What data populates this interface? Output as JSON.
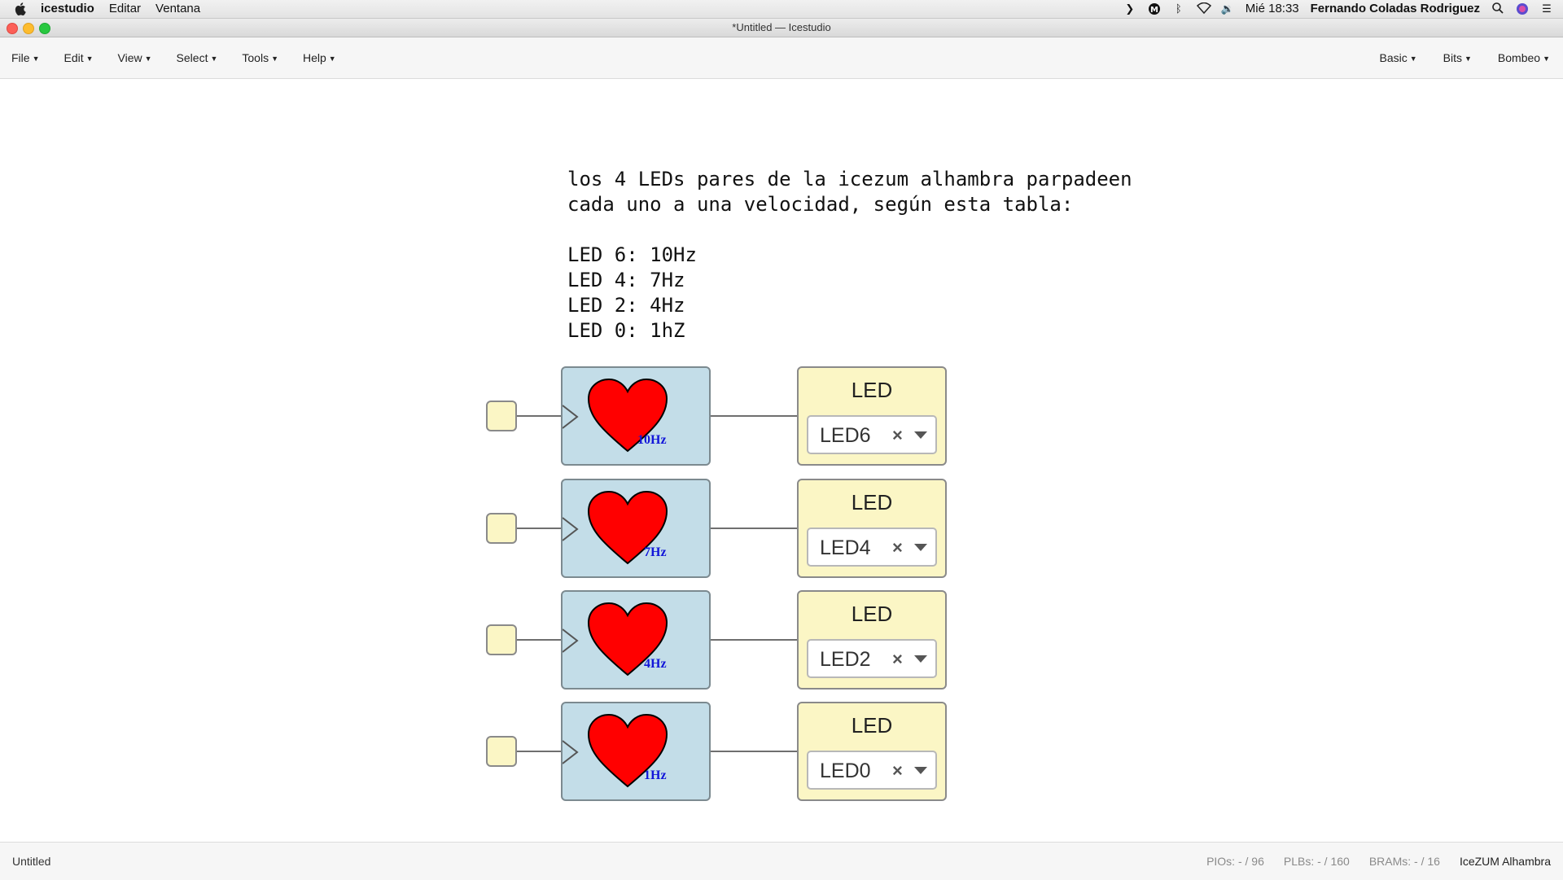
{
  "os_menubar": {
    "app_name": "icestudio",
    "menus": [
      "Editar",
      "Ventana"
    ],
    "clock": "Mié 18:33",
    "user": "Fernando Coladas Rodriguez"
  },
  "window": {
    "title": "*Untitled — Icestudio"
  },
  "app_menu": {
    "left": [
      "File",
      "Edit",
      "View",
      "Select",
      "Tools",
      "Help"
    ],
    "right": [
      "Basic",
      "Bits",
      "Bombeo"
    ]
  },
  "comment": "los 4 LEDs pares de la icezum alhambra parpadeen\ncada uno a una velocidad, según esta tabla:\n\nLED 6: 10Hz\nLED 4: 7Hz\nLED 2: 4Hz\nLED 0: 1hZ",
  "blocks": [
    {
      "freq": "10Hz",
      "led_title": "LED",
      "led_value": "LED6"
    },
    {
      "freq": "7Hz",
      "led_title": "LED",
      "led_value": "LED4"
    },
    {
      "freq": "4Hz",
      "led_title": "LED",
      "led_value": "LED2"
    },
    {
      "freq": "1Hz",
      "led_title": "LED",
      "led_value": "LED0"
    }
  ],
  "status": {
    "file": "Untitled",
    "pios": "PIOs: - / 96",
    "plbs": "PLBs: - / 160",
    "brams": "BRAMs: - / 16",
    "board": "IceZUM Alhambra"
  },
  "colors": {
    "clock_block": "#c3dde8",
    "led_block": "#fbf6c5",
    "heart": "#ff0000",
    "freq_label": "#1216d9"
  }
}
